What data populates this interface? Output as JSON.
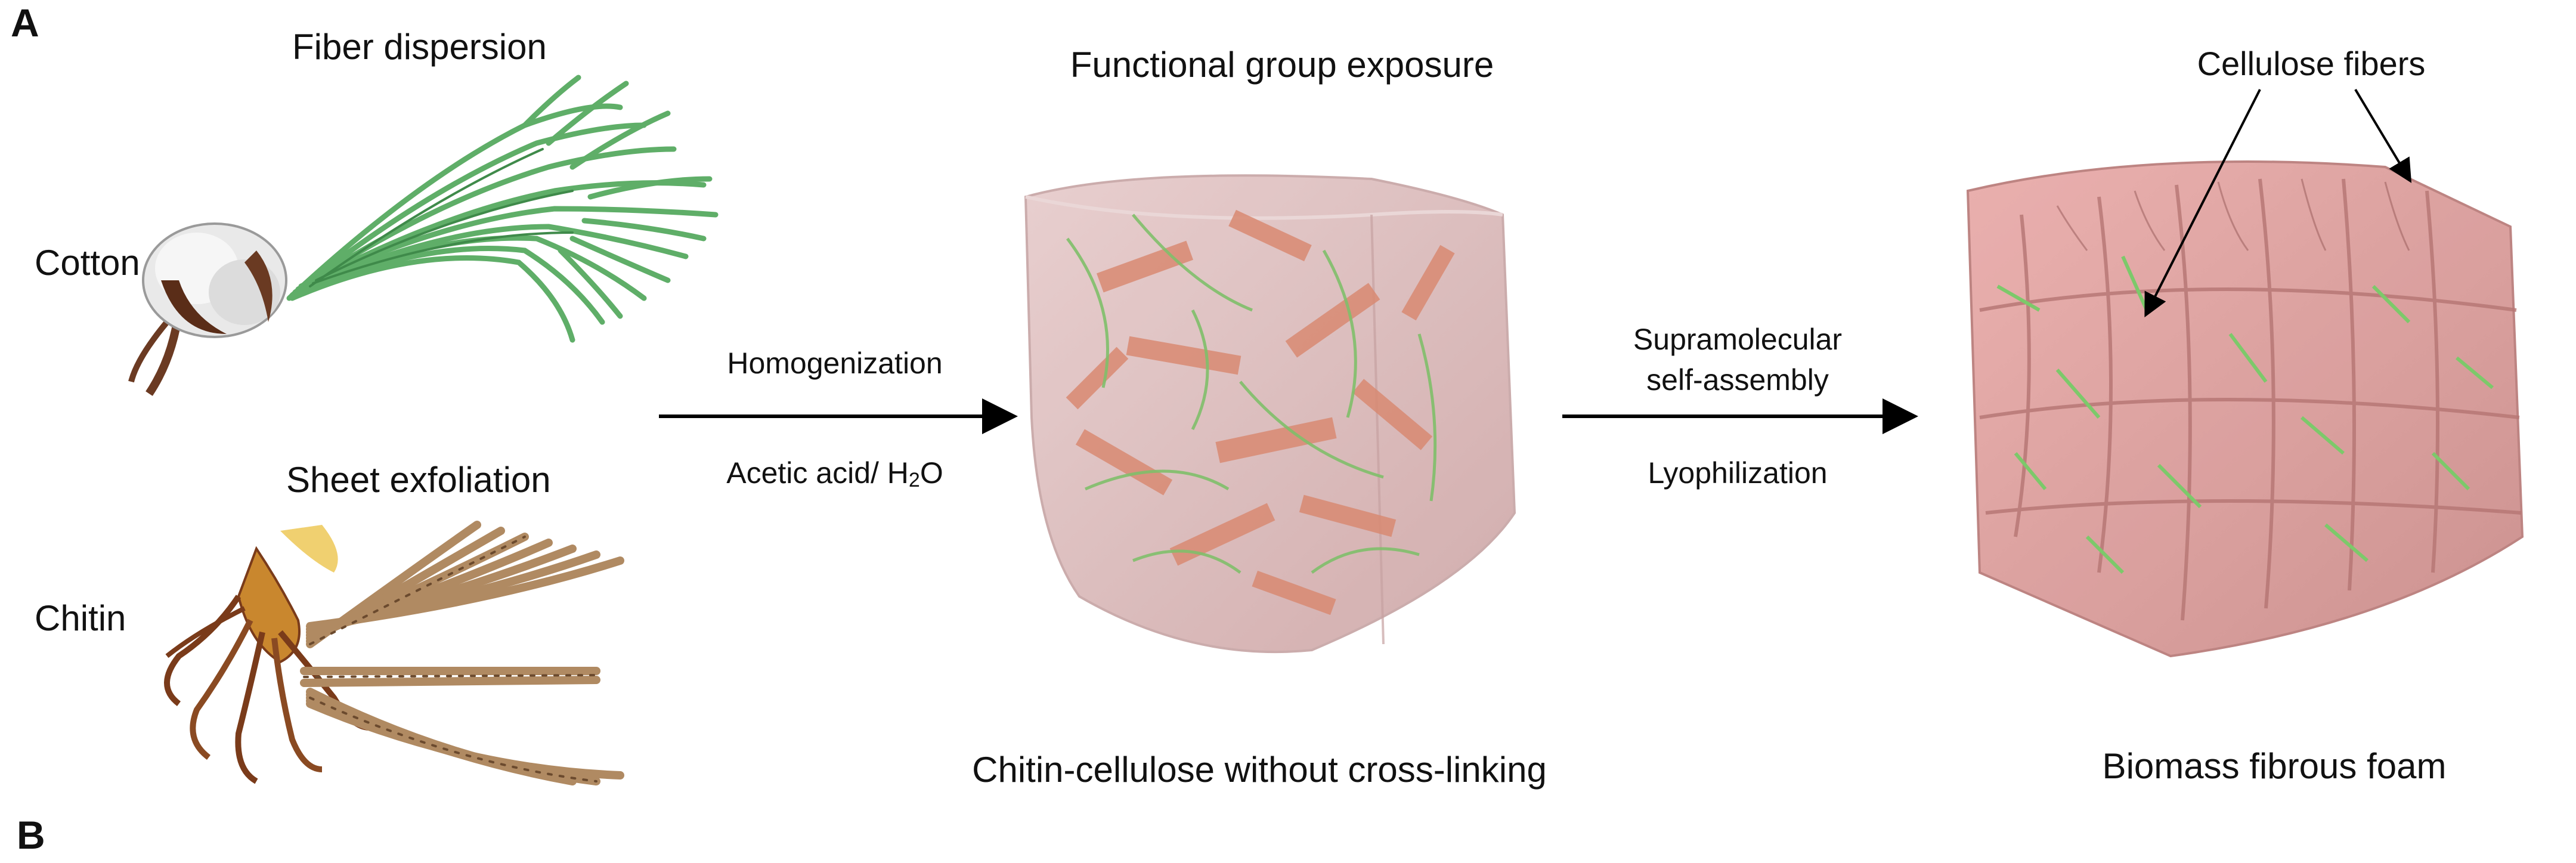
{
  "panel_labels": {
    "a": "A",
    "b": "B"
  },
  "sources": {
    "cotton": {
      "label": "Cotton",
      "process": "Fiber dispersion"
    },
    "chitin": {
      "label": "Chitin",
      "process": "Sheet exfoliation"
    }
  },
  "step1": {
    "above": "Homogenization",
    "below_prefix": "Acetic acid/ H",
    "below_sub": "2",
    "below_suffix": "O"
  },
  "step2": {
    "above_line1": "Supramolecular",
    "above_line2": "self-assembly",
    "below": "Lyophilization"
  },
  "middle": {
    "title": "Functional group exposure",
    "caption": "Chitin-cellulose without cross-linking"
  },
  "right": {
    "callout": "Cellulose fibers",
    "caption": "Biomass fibrous foam"
  },
  "colors": {
    "cellulose_green": "#4f9d4f",
    "chitin_brown": "#b5875f",
    "foam_pink": "#d9a1a1",
    "gel_pink": "#d9b7b7",
    "arrow": "#000000"
  }
}
